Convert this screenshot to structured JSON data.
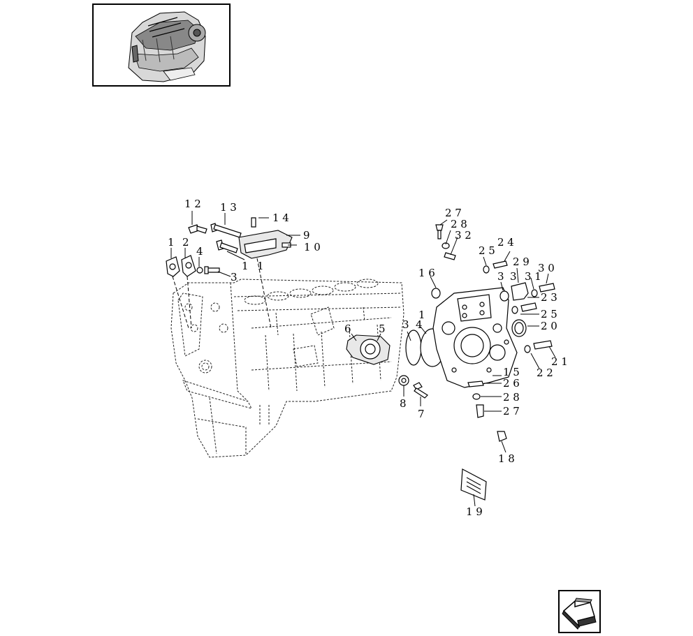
{
  "callouts": {
    "c1": "1",
    "c2": "2",
    "c3": "3",
    "c4": "4",
    "c5": "5",
    "c6": "6",
    "c7": "7",
    "c8": "8",
    "c9": "9",
    "c10": "1 0",
    "c11": "1",
    "c12": "1 2",
    "c13": "1 3",
    "c14": "1 4",
    "c15": "1 5",
    "c16": "1 6",
    "c17": "1",
    "c18": "1 8",
    "c19": "1 9",
    "c20": "2 0",
    "c21": "2 1",
    "c22": "2 2",
    "c23": "2 3",
    "c24": "2 4",
    "c25a": "2 5",
    "c25b": "2 5",
    "c26": "2 6",
    "c27a": "2 7",
    "c27b": "2 7",
    "c28a": "2 8",
    "c28b": "2 8",
    "c29": "2 9",
    "c30": "3 0",
    "c31": "3 1",
    "c32": "3 2",
    "c33": "3",
    "c34": "3",
    "c35": "4",
    "c11b": "1",
    "c3b": "3"
  },
  "icons": {
    "thumbnail": "engine-thumbnail-icon",
    "nav": "back-arrow-icon"
  }
}
